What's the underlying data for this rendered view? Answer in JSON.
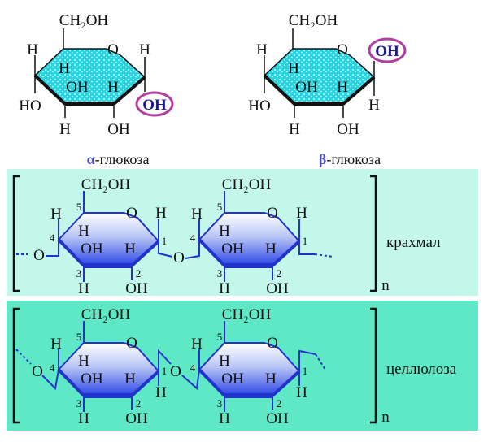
{
  "atoms": {
    "H": "H",
    "OH": "OH",
    "HO": "HO",
    "O": "O",
    "CH2OH": "CH₂OH"
  },
  "numbers": {
    "c1": "1",
    "c2": "2",
    "c3": "3",
    "c4": "4",
    "c5": "5",
    "n": "n"
  },
  "captions": {
    "alpha_symbol": "α",
    "alpha_text": "-глюкоза",
    "beta_symbol": "β",
    "beta_text": "-глюкоза",
    "starch": "крахмал",
    "cellulose": "целлюлоза"
  },
  "colors": {
    "top_ring": "#27d4e2",
    "polymer_ring": "#2a45e6",
    "starch_panel": "#c3f7ea",
    "cellulose_panel": "#5ee8c6",
    "highlight": "#b040a0"
  }
}
